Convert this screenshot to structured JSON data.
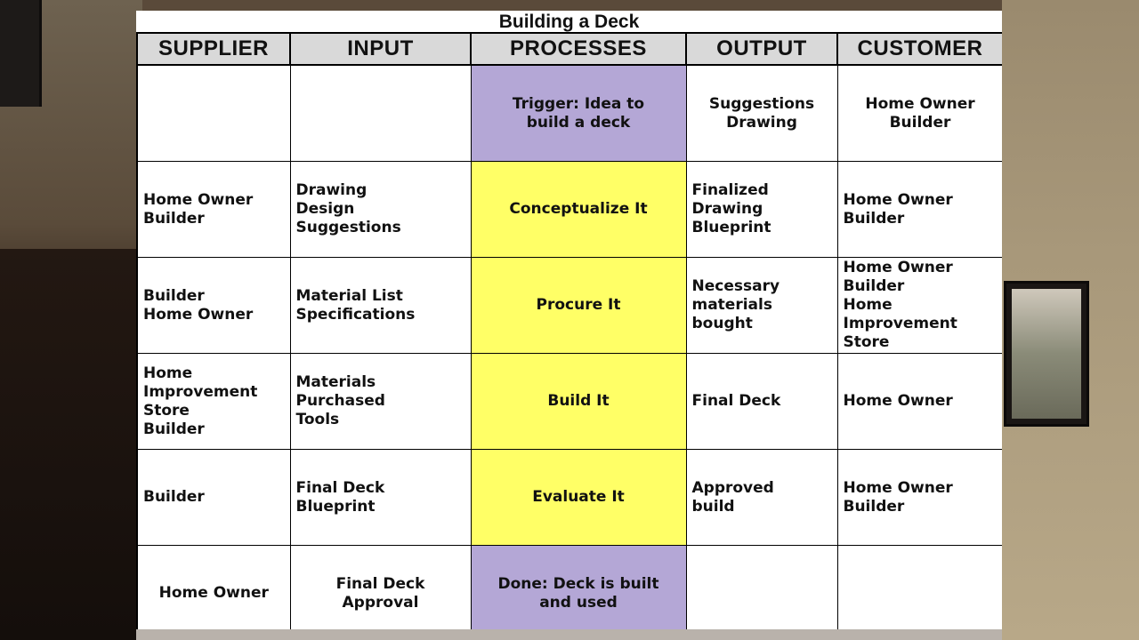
{
  "title": "Building a Deck",
  "headers": [
    "SUPPLIER",
    "INPUT",
    "PROCESSES",
    "OUTPUT",
    "CUSTOMER"
  ],
  "rows": [
    {
      "supplier": [],
      "input": [],
      "process": [
        "Trigger:  Idea to",
        "build a deck"
      ],
      "output": [
        "Suggestions",
        "Drawing"
      ],
      "customer": [
        "Home Owner",
        "Builder"
      ]
    },
    {
      "supplier": [
        "Home Owner",
        "Builder"
      ],
      "input": [
        "Drawing",
        "Design",
        "Suggestions"
      ],
      "process": [
        "Conceptualize It"
      ],
      "output": [
        "Finalized",
        "Drawing",
        "Blueprint"
      ],
      "customer": [
        "Home Owner",
        "Builder"
      ]
    },
    {
      "supplier": [
        "Builder",
        "Home Owner"
      ],
      "input": [
        "Material List",
        "Specifications"
      ],
      "process": [
        "Procure It"
      ],
      "output": [
        "Necessary",
        "materials",
        "bought"
      ],
      "customer": [
        "Home Owner",
        "Builder",
        "Home",
        "Improvement",
        "Store"
      ]
    },
    {
      "supplier": [
        "Home",
        "Improvement",
        "Store",
        "Builder"
      ],
      "input": [
        "Materials",
        "Purchased",
        "Tools"
      ],
      "process": [
        "Build It"
      ],
      "output": [
        "Final Deck"
      ],
      "customer": [
        "Home Owner"
      ]
    },
    {
      "supplier": [
        "Builder"
      ],
      "input": [
        "Final Deck",
        "Blueprint"
      ],
      "process": [
        "Evaluate It"
      ],
      "output": [
        "Approved",
        "build"
      ],
      "customer": [
        "Home Owner",
        "Builder"
      ]
    },
    {
      "supplier": [
        "Home Owner"
      ],
      "input": [
        "Final Deck",
        "Approval"
      ],
      "process": [
        "Done: Deck is built",
        "and used"
      ],
      "output": [],
      "customer": []
    }
  ],
  "colors": {
    "header_bg": "#d9d9d9",
    "process_yellow": "#ffff66",
    "process_purple": "#b4a7d6"
  }
}
